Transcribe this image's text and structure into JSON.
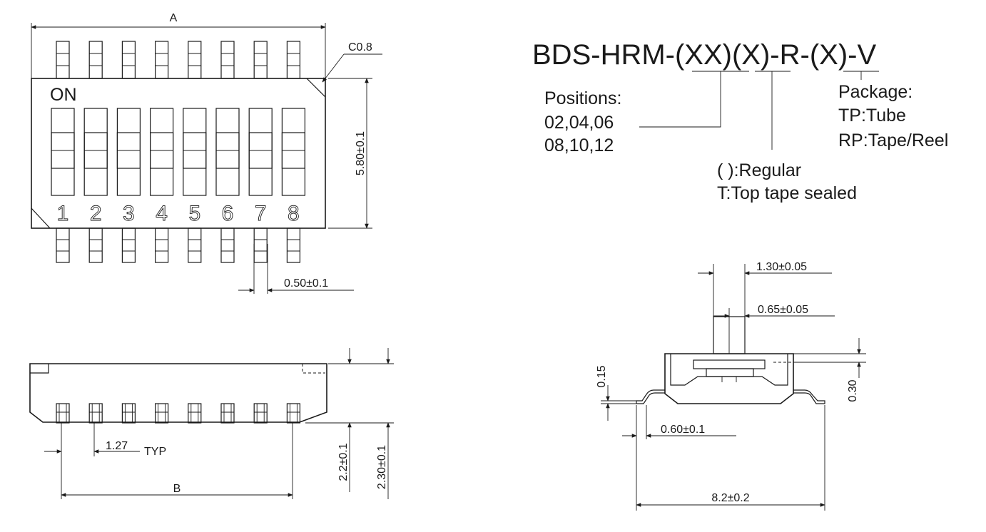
{
  "top_view": {
    "dim_a": "A",
    "chamfer": "C0.8",
    "on_label": "ON",
    "height": "5.80±0.1",
    "pin_width": "0.50±0.1",
    "switch_numbers": [
      "1",
      "2",
      "3",
      "4",
      "5",
      "6",
      "7",
      "8"
    ]
  },
  "part_number": {
    "code": "BDS-HRM-(XX)(X)-R-(X)-V",
    "positions_title": "Positions:",
    "positions_line1": "02,04,06",
    "positions_line2": "08,10,12",
    "regular": "( ):Regular",
    "top_tape": "T:Top tape sealed",
    "package_title": "Package:",
    "package_tube": "TP:Tube",
    "package_reel": "RP:Tape/Reel"
  },
  "side_view": {
    "pitch": "1.27",
    "pitch_suffix": "TYP",
    "dim_b": "B",
    "body_height": "2.2±0.1",
    "total_height": "2.30±0.1"
  },
  "end_view": {
    "actuator_width": "1.30±0.05",
    "actuator_inner": "0.65±0.05",
    "lead_thickness": "0.15",
    "top_offset": "0.30",
    "foot_length": "0.60±0.1",
    "overall_width": "8.2±0.2"
  }
}
